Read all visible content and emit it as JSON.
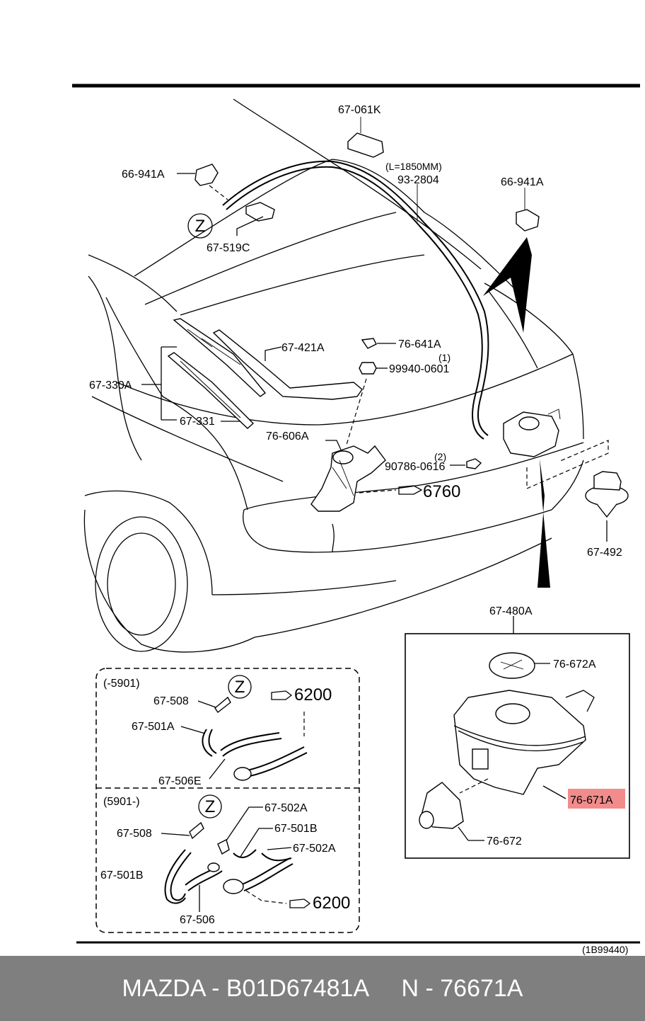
{
  "diagram": {
    "labels": {
      "p_67_061K": "67-061K",
      "p_L1850": "(L=1850MM)",
      "p_93_2804": "93-2804",
      "p_66_941A_left": "66-941A",
      "p_66_941A_right": "66-941A",
      "p_z_top": "Z",
      "p_67_519C": "67-519C",
      "p_67_421A": "67-421A",
      "p_76_641A": "76-641A",
      "p_note1": "(1)",
      "p_99940_0601": "99940-0601",
      "p_67_330A": "67-330A",
      "p_67_331": "67-331",
      "p_76_606A": "76-606A",
      "p_note2": "(2)",
      "p_90786_0616": "90786-0616",
      "p_ref_6760": "6760",
      "p_67_492": "67-492",
      "p_67_480A": "67-480A",
      "p_76_672A": "76-672A",
      "p_76_671A": "76-671A",
      "p_76_672": "76-672",
      "p_range_old": "(-5901)",
      "p_range_new": "(5901-)",
      "p_z_old": "Z",
      "p_z_new": "Z",
      "p_67_508_old": "67-508",
      "p_67_501A": "67-501A",
      "p_67_506E": "67-506E",
      "p_ref_6200_old": "6200",
      "p_67_508_new": "67-508",
      "p_67_501B_left": "67-501B",
      "p_67_502A_top": "67-502A",
      "p_67_501B_mid": "67-501B",
      "p_67_502A_mid": "67-502A",
      "p_67_506": "67-506",
      "p_ref_6200_new": "6200",
      "p_code": "(1B99440)"
    },
    "highlight_color": "#f28c8c"
  },
  "footer": {
    "text": "MAZDA - B01D67481A     N - 76671A"
  }
}
